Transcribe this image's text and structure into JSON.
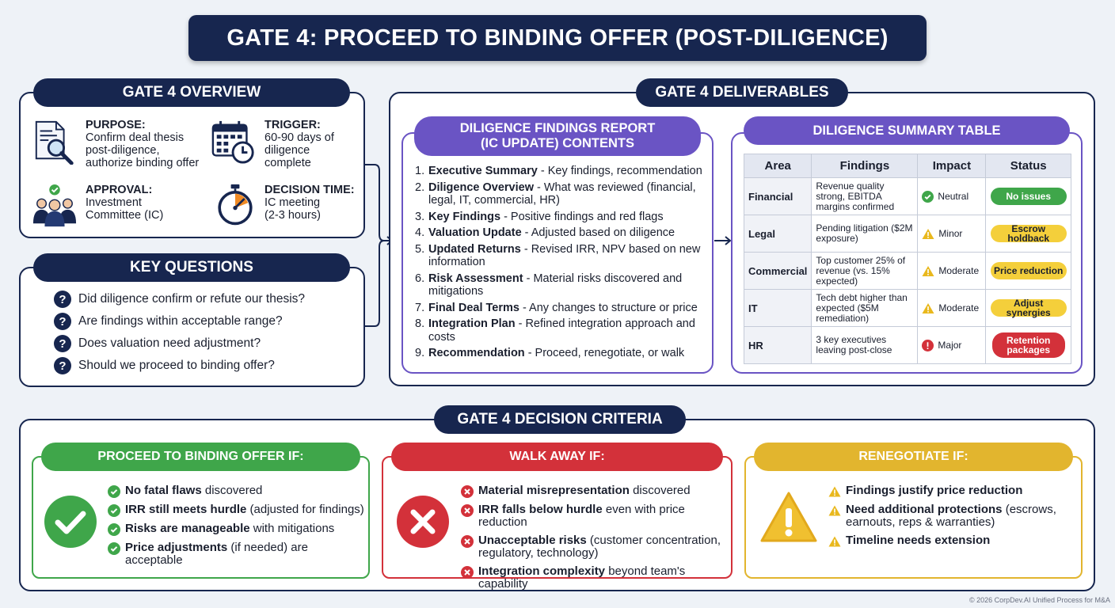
{
  "title": "GATE 4: PROCEED TO BINDING OFFER (POST-DILIGENCE)",
  "overview": {
    "title": "GATE 4 OVERVIEW",
    "purpose": {
      "label": "PURPOSE:",
      "l1": "Confirm deal thesis",
      "l2": "post-diligence,",
      "l3": "authorize binding offer"
    },
    "trigger": {
      "label": "TRIGGER:",
      "l1": "60-90 days of",
      "l2": "diligence",
      "l3": "complete"
    },
    "approval": {
      "label": "APPROVAL:",
      "l1": "Investment",
      "l2": "Committee (IC)"
    },
    "decision_time": {
      "label": "DECISION TIME:",
      "l1": "IC meeting",
      "l2": "(2-3 hours)"
    }
  },
  "key_questions": {
    "title": "KEY QUESTIONS",
    "items": [
      "Did diligence confirm or refute our thesis?",
      "Are findings within acceptable range?",
      "Does valuation need adjustment?",
      "Should we proceed to binding offer?"
    ]
  },
  "deliverables": {
    "title": "GATE 4 DELIVERABLES",
    "report": {
      "title_l1": "DILIGENCE FINDINGS REPORT",
      "title_l2": "(IC UPDATE) CONTENTS",
      "items": [
        {
          "num": "1.",
          "head": "Executive Summary",
          "rest": " - Key findings, recommendation"
        },
        {
          "num": "2.",
          "head": "Diligence Overview",
          "rest": " - What was reviewed (financial, legal, IT, commercial, HR)"
        },
        {
          "num": "3.",
          "head": "Key Findings",
          "rest": " - Positive findings and red flags"
        },
        {
          "num": "4.",
          "head": "Valuation Update",
          "rest": " - Adjusted based on diligence"
        },
        {
          "num": "5.",
          "head": "Updated Returns",
          "rest": " - Revised IRR, NPV based on new information"
        },
        {
          "num": "6.",
          "head": "Risk Assessment",
          "rest": " - Material risks discovered and mitigations"
        },
        {
          "num": "7.",
          "head": "Final Deal Terms",
          "rest": " - Any changes to structure or price"
        },
        {
          "num": "8.",
          "head": "Integration Plan",
          "rest": " - Refined integration approach and costs"
        },
        {
          "num": "9.",
          "head": "Recommendation",
          "rest": " - Proceed, renegotiate, or walk"
        }
      ]
    },
    "table": {
      "title": "DILIGENCE SUMMARY TABLE",
      "headers": [
        "Area",
        "Findings",
        "Impact",
        "Status"
      ],
      "rows": [
        {
          "area": "Financial",
          "findings": "Revenue quality strong, EBITDA margins confirmed",
          "impact": "Neutral",
          "status": "No issues"
        },
        {
          "area": "Legal",
          "findings": "Pending litigation ($2M exposure)",
          "impact": "Minor",
          "status": "Escrow holdback"
        },
        {
          "area": "Commercial",
          "findings": "Top customer 25% of revenue (vs. 15% expected)",
          "impact": "Moderate",
          "status": "Price reduction"
        },
        {
          "area": "IT",
          "findings": "Tech debt higher than expected ($5M remediation)",
          "impact": "Moderate",
          "status": "Adjust synergies"
        },
        {
          "area": "HR",
          "findings": "3 key executives leaving post-close",
          "impact": "Major",
          "status": "Retention packages"
        }
      ]
    }
  },
  "criteria": {
    "title": "GATE 4 DECISION CRITERIA",
    "proceed": {
      "title": "PROCEED TO BINDING OFFER IF:",
      "items": [
        {
          "head": "No fatal flaws",
          "rest": " discovered"
        },
        {
          "head": "IRR still meets hurdle",
          "rest": " (adjusted for findings)"
        },
        {
          "head": "Risks are manageable",
          "rest": " with mitigations"
        },
        {
          "head": "Price adjustments",
          "rest": " (if needed) are acceptable"
        }
      ]
    },
    "walk": {
      "title": "WALK AWAY IF:",
      "items": [
        {
          "head": "Material misrepresentation",
          "rest": " discovered"
        },
        {
          "head": "IRR falls below hurdle",
          "rest": " even with price reduction"
        },
        {
          "head": "Unacceptable risks",
          "rest": " (customer concentration, regulatory, technology)"
        },
        {
          "head": "Integration complexity",
          "rest": " beyond team's capability"
        }
      ]
    },
    "renegotiate": {
      "title": "RENEGOTIATE IF:",
      "items": [
        {
          "head": "Findings justify price reduction",
          "rest": ""
        },
        {
          "head": "Need additional protections",
          "rest": " (escrows, earnouts, reps & warranties)"
        },
        {
          "head": "Timeline needs extension",
          "rest": ""
        }
      ]
    }
  },
  "footer": "© 2026 CorpDev.AI Unified Process for M&A",
  "colors": {
    "navy": "#17264f",
    "purple": "#6a54c4",
    "green": "#3fa64a",
    "red": "#d3313a",
    "yellow": "#e2b52e"
  }
}
